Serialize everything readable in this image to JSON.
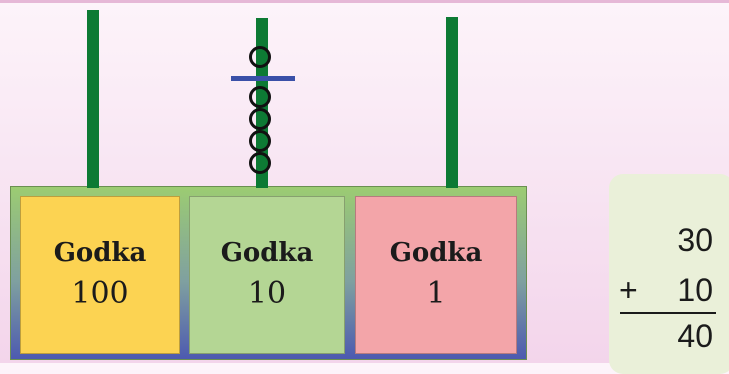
{
  "abacus": {
    "columns": [
      {
        "label": "Godka",
        "value": "100",
        "beads": 0,
        "color": "#fcd352"
      },
      {
        "label": "Godka",
        "value": "10",
        "beads": 4,
        "color": "#b4d694"
      },
      {
        "label": "Godka",
        "value": "1",
        "beads": 0,
        "color": "#f3a5a9"
      }
    ],
    "rod_color": "#0d7a34",
    "divider_color": "#3a50a8"
  },
  "sum": {
    "addend_a": "30",
    "operator": "+",
    "addend_b": "10",
    "result": "40"
  }
}
